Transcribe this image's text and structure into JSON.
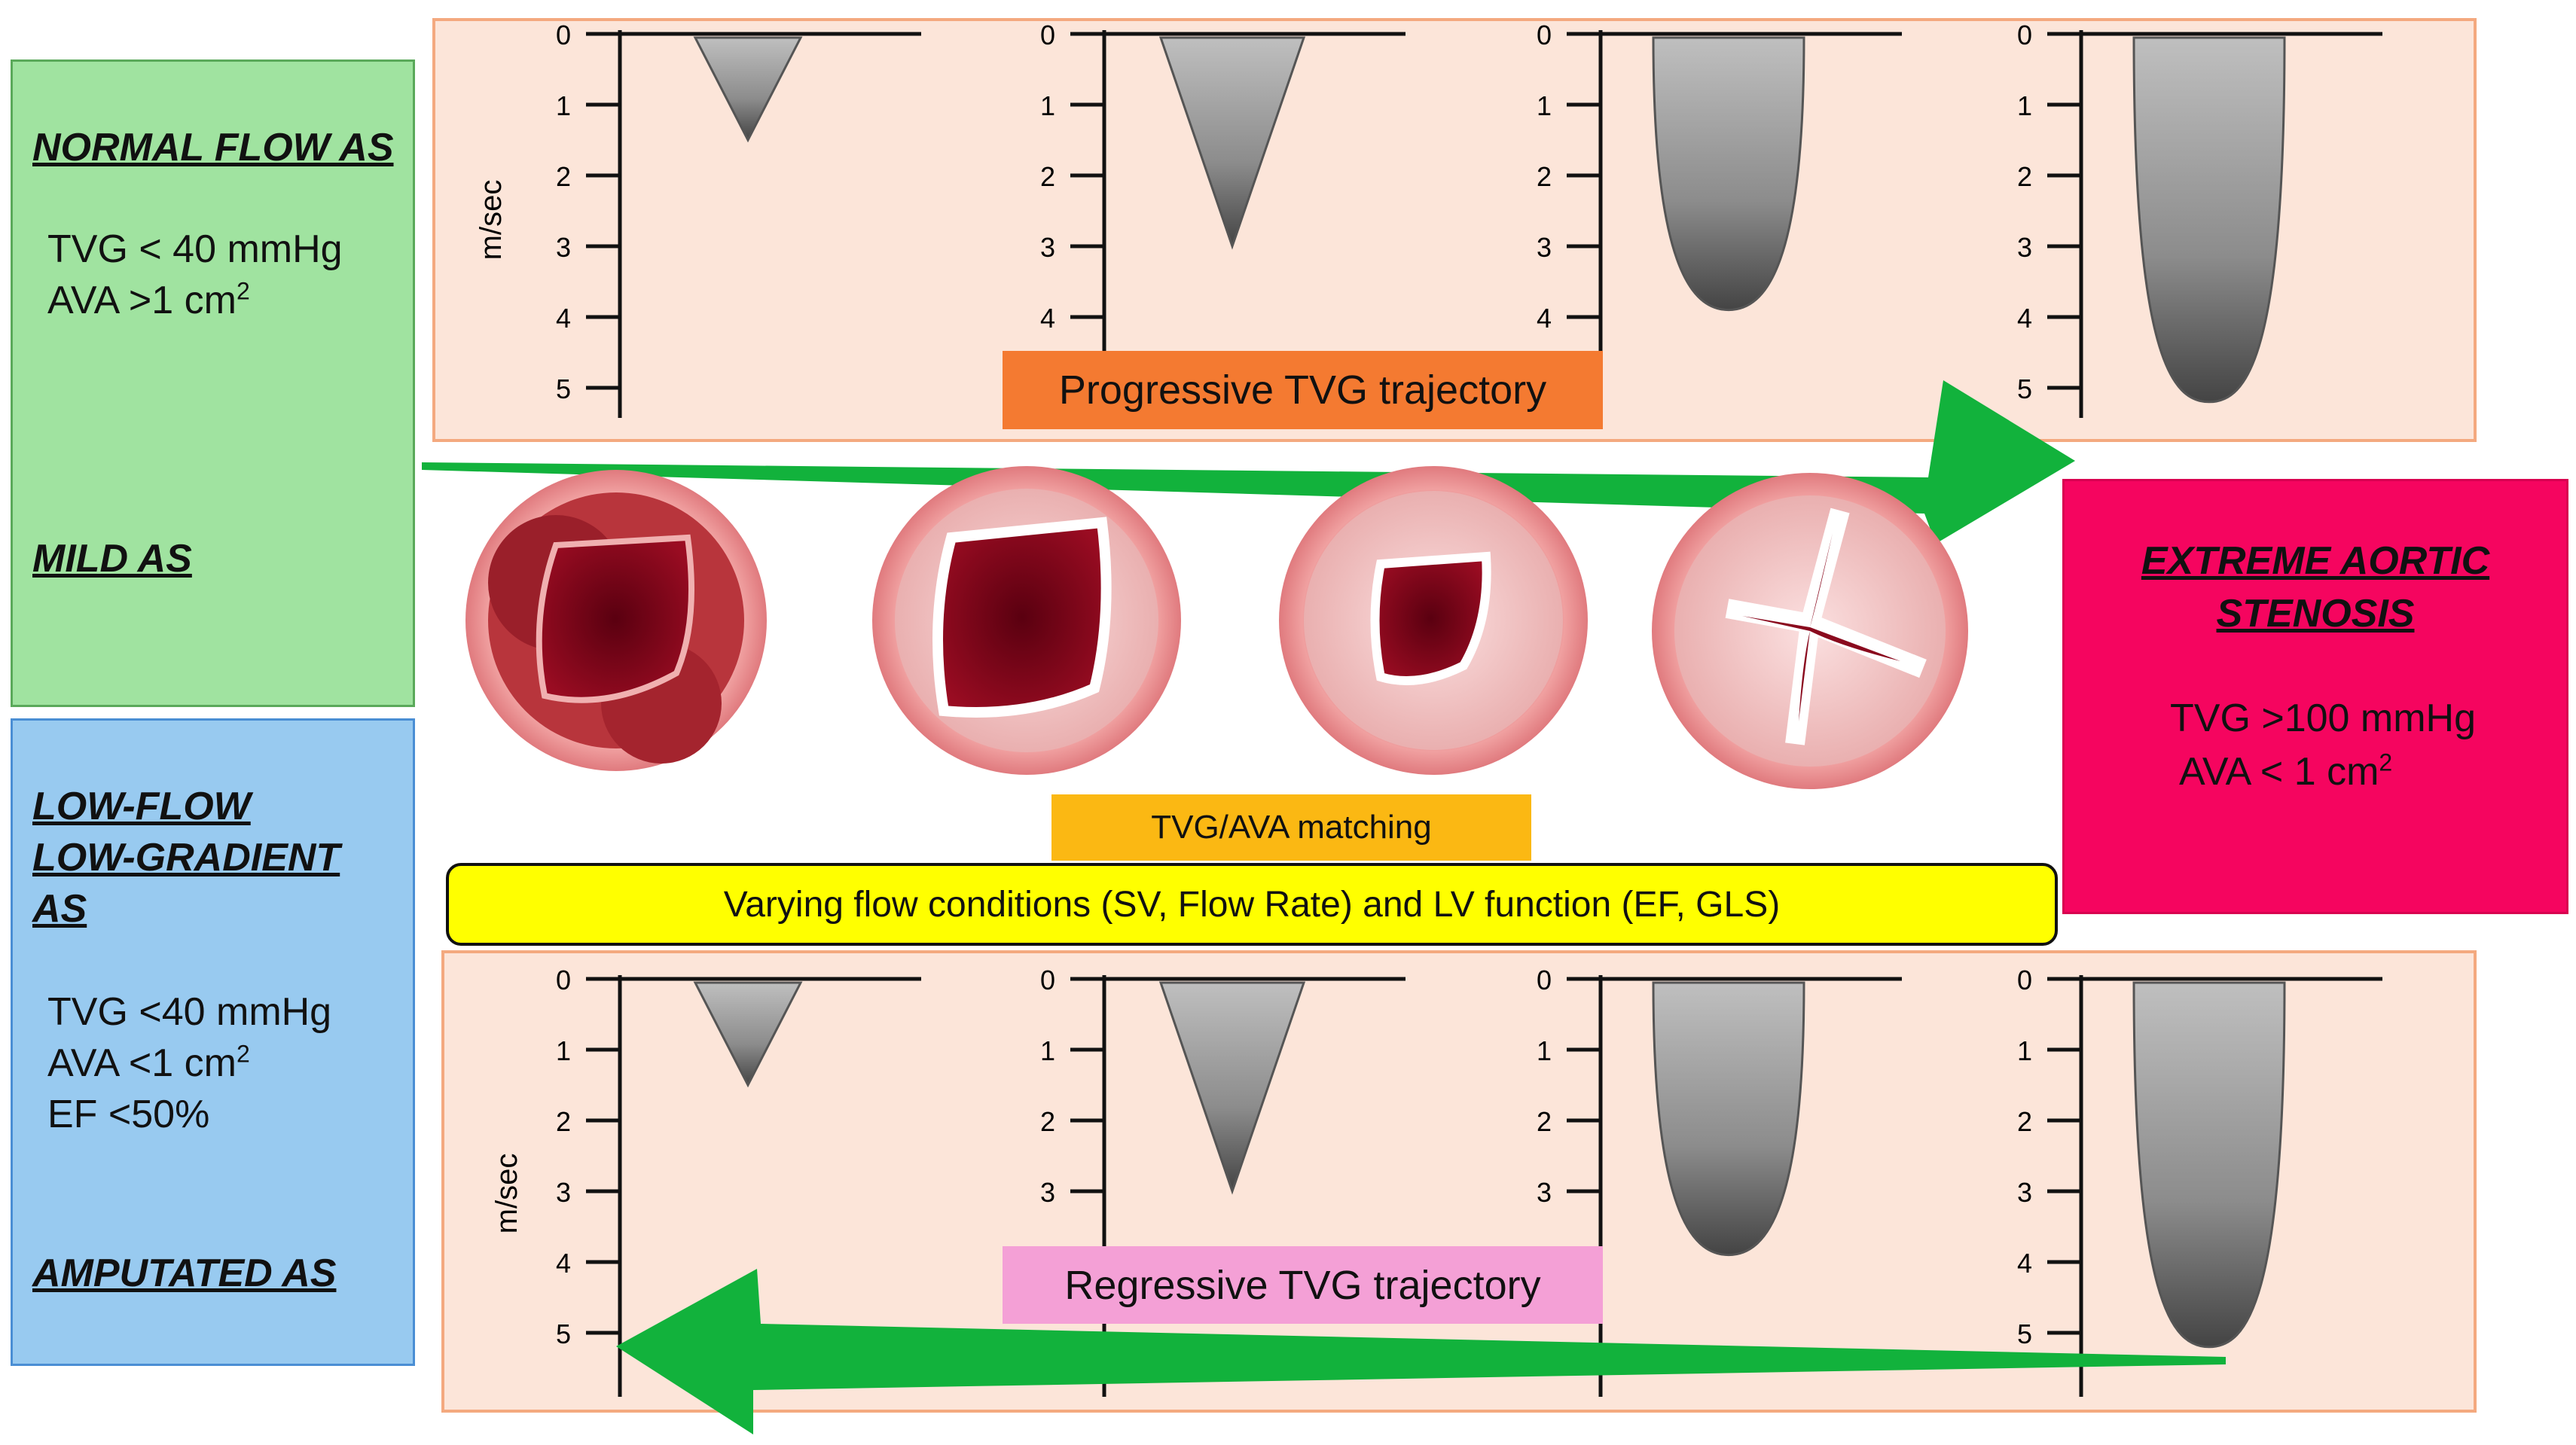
{
  "left_top": {
    "heading": "NORMAL FLOW AS",
    "line1": "TVG < 40 mmHg",
    "line2": "AVA >1 cm",
    "sup2": "2",
    "heading2": "MILD AS"
  },
  "left_bottom": {
    "heading_l1": "LOW-FLOW",
    "heading_l2": "LOW-GRADIENT",
    "heading_l3": "AS",
    "line1": "TVG <40 mmHg",
    "line2": "AVA <1 cm",
    "sup2": "2",
    "line3": "EF <50%",
    "heading2": "AMPUTATED AS"
  },
  "right": {
    "heading_l1": "EXTREME AORTIC",
    "heading_l2": "STENOSIS",
    "line1": "TVG >100 mmHg",
    "line2": "AVA < 1 cm",
    "sup2": "2"
  },
  "labels": {
    "progressive": "Progressive TVG trajectory",
    "regressive": "Regressive TVG trajectory",
    "matching": "TVG/AVA matching",
    "flow": "Varying flow conditions (SV, Flow Rate) and LV function (EF, GLS)"
  },
  "axis_unit": "m/sec",
  "colors": {
    "normal_flow_box": "#a0e3a0",
    "low_flow_box": "#98caf0",
    "extreme_box": "#f5055f",
    "panel": "#fce5d9",
    "arrow": "#12b23c",
    "progressive_label": "#f47a31",
    "regressive_label": "#f4a0d6",
    "matching_label": "#fbb813",
    "flow_bar": "#ffff00"
  },
  "top_row": [
    {
      "ticks": [
        "0",
        "1",
        "2",
        "3",
        "4",
        "5"
      ],
      "peak_velocity": 1.5,
      "shape": "triangle"
    },
    {
      "ticks": [
        "0",
        "1",
        "2",
        "3",
        "4"
      ],
      "peak_velocity": 3.0,
      "shape": "triangle"
    },
    {
      "ticks": [
        "0",
        "1",
        "2",
        "3",
        "4"
      ],
      "peak_velocity": 3.9,
      "shape": "rounded"
    },
    {
      "ticks": [
        "0",
        "1",
        "2",
        "3",
        "4",
        "5"
      ],
      "peak_velocity": 5.2,
      "shape": "rounded"
    }
  ],
  "bottom_row": [
    {
      "ticks": [
        "0",
        "1",
        "2",
        "3",
        "4",
        "5"
      ],
      "peak_velocity": 1.5,
      "shape": "triangle"
    },
    {
      "ticks": [
        "0",
        "1",
        "2",
        "3"
      ],
      "peak_velocity": 3.0,
      "shape": "triangle"
    },
    {
      "ticks": [
        "0",
        "1",
        "2",
        "3"
      ],
      "peak_velocity": 3.9,
      "shape": "rounded"
    },
    {
      "ticks": [
        "0",
        "1",
        "2",
        "3",
        "4",
        "5"
      ],
      "peak_velocity": 5.2,
      "shape": "rounded"
    }
  ],
  "valves": [
    "mild",
    "moderate",
    "severe",
    "extreme"
  ]
}
